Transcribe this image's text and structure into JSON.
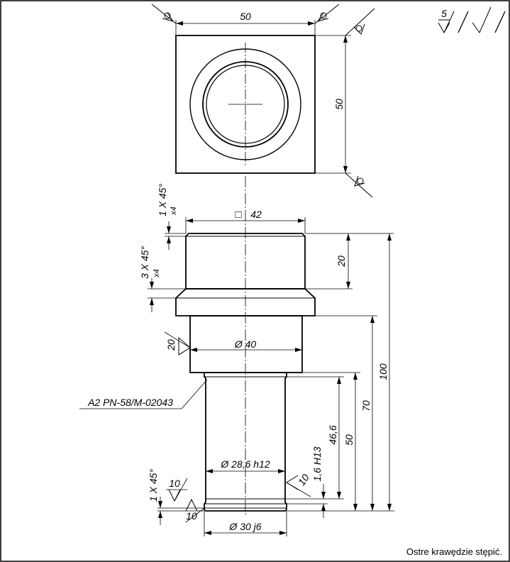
{
  "top_view": {
    "width_dim": "50",
    "height_dim": "50"
  },
  "surface_finish": {
    "general_value": "5"
  },
  "side_view": {
    "chamfer_top": "1 X 45°",
    "chamfer_top_sub": "x4",
    "square_dim": "42",
    "square_symbol": "□",
    "height_upper": "20",
    "chamfer_flange": "3 X 45°",
    "chamfer_flange_sub": "x4",
    "roughness_collar": "20",
    "diameter_collar": "Ø 40",
    "thread_spec": "A2 PN-58/M-02043",
    "total_length": "100",
    "length_70": "70",
    "length_50": "50",
    "length_46": "46,6",
    "groove_width": "1,6 H13",
    "roughness_groove": "10",
    "diameter_groove": "Ø  28,6  h12",
    "chamfer_bottom": "1 X 45°",
    "roughness_bottom_1": "10",
    "roughness_bottom_2": "10",
    "diameter_shaft": "Ø  30  j6"
  },
  "note": "Ostre krawędzie stępić."
}
